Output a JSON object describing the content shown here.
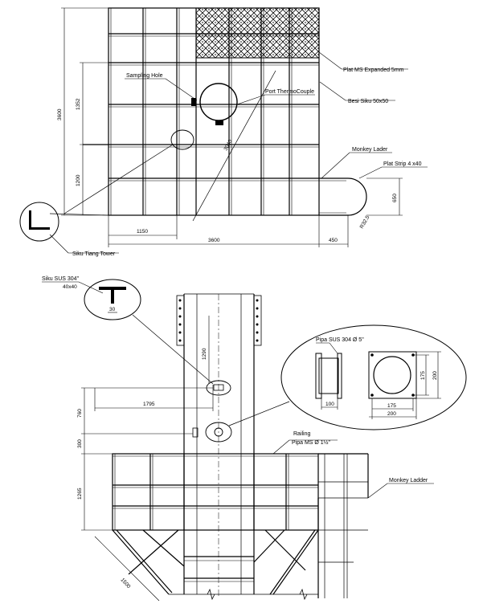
{
  "top_view": {
    "labels": {
      "plat_expanded": "Plat MS Expanded 5mm",
      "besi_siku": "Besi Siku 50x50",
      "sampling_hole": "Sampling Hole",
      "port_thermocouple": "Port ThermoCouple",
      "monkey_ladder": "Monkey Lader",
      "plat_strip": "Plat Strip 4 x40",
      "siku_tiang": "Siku Tiang Tower"
    },
    "dims": {
      "h3600": "3600",
      "h1352": "1352",
      "h1200": "1200",
      "w1150": "1150",
      "w3600": "3600",
      "w450": "450",
      "h650": "650",
      "r325": "R32.5",
      "diag": "3040"
    }
  },
  "bottom_view": {
    "labels": {
      "siku_sus": "Siku SUS 304\"",
      "siku_size": "40x40",
      "pipa_sus": "Pipa SUS 304 Ø 5\"",
      "railing": "Railing",
      "pipa_ms": "Pipa MS Ø 1½\"",
      "monkey_ladder": "Monkey Ladder"
    },
    "dims": {
      "d30": "30",
      "d1290": "1290",
      "d1795": "1795",
      "d760": "760",
      "d300": "300",
      "d1265": "1265",
      "d1500": "1500",
      "d100": "100",
      "d175_h": "175",
      "d200_h": "200",
      "d175_w": "175",
      "d200_w": "200"
    }
  },
  "colors": {
    "line": "#000000",
    "background": "#ffffff"
  }
}
